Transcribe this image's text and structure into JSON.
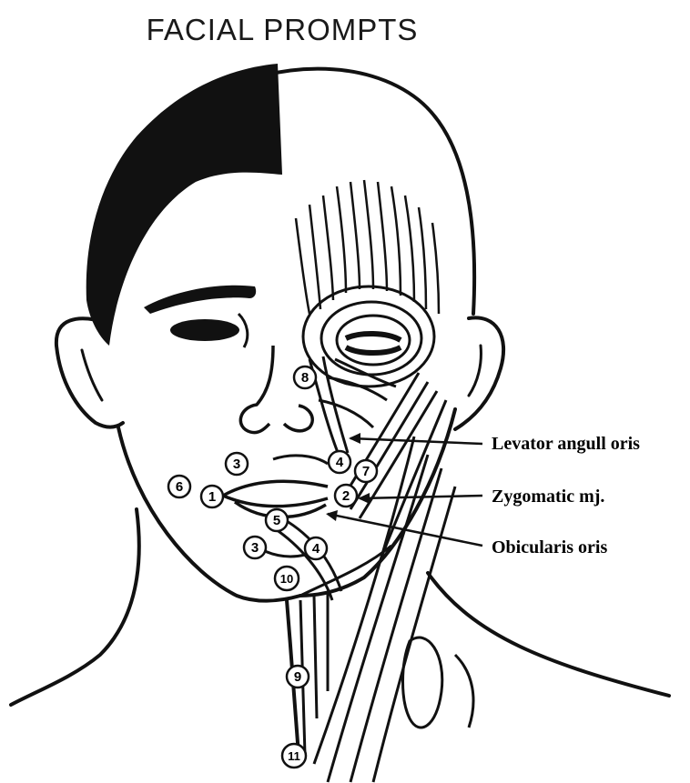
{
  "title": "FACIAL PROMPTS",
  "labels": {
    "levator": "Levator angull oris",
    "zygomatic": "Zygomatic mj.",
    "obicularis": "Obicularis oris"
  },
  "points": {
    "p1": "1",
    "p2": "2",
    "p3a": "3",
    "p3b": "3",
    "p4a": "4",
    "p4b": "4",
    "p5": "5",
    "p6": "6",
    "p7": "7",
    "p8": "8",
    "p9": "9",
    "p10": "10",
    "p11": "11"
  },
  "colors": {
    "ink": "#111111",
    "background": "#ffffff"
  }
}
